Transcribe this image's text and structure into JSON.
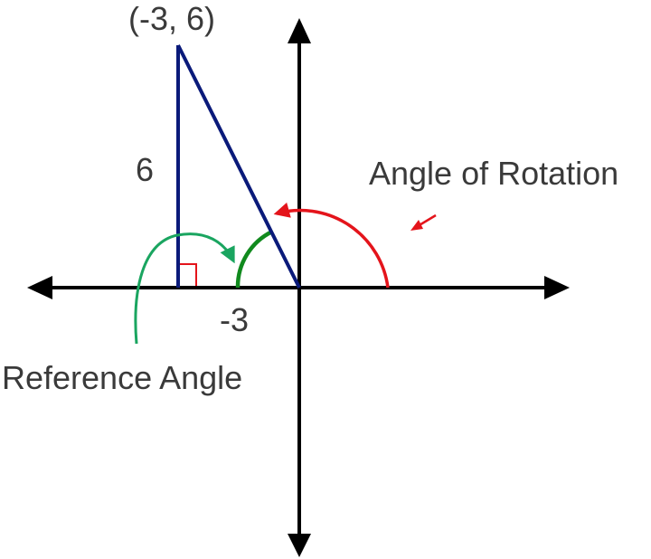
{
  "diagram": {
    "point_label": "(-3, 6)",
    "side_vertical_label": "6",
    "side_horizontal_label": "-3",
    "angle_of_rotation_label": "Angle of Rotation",
    "reference_angle_label": "Reference Angle"
  },
  "colors": {
    "axes": "#000000",
    "triangle": "#0a1a7a",
    "rotation_arc": "#e4141b",
    "reference_arc": "#118a1e",
    "reference_pointer": "#1aa560",
    "right_angle_marker": "#e4141b",
    "text": "#3a3a3a"
  }
}
